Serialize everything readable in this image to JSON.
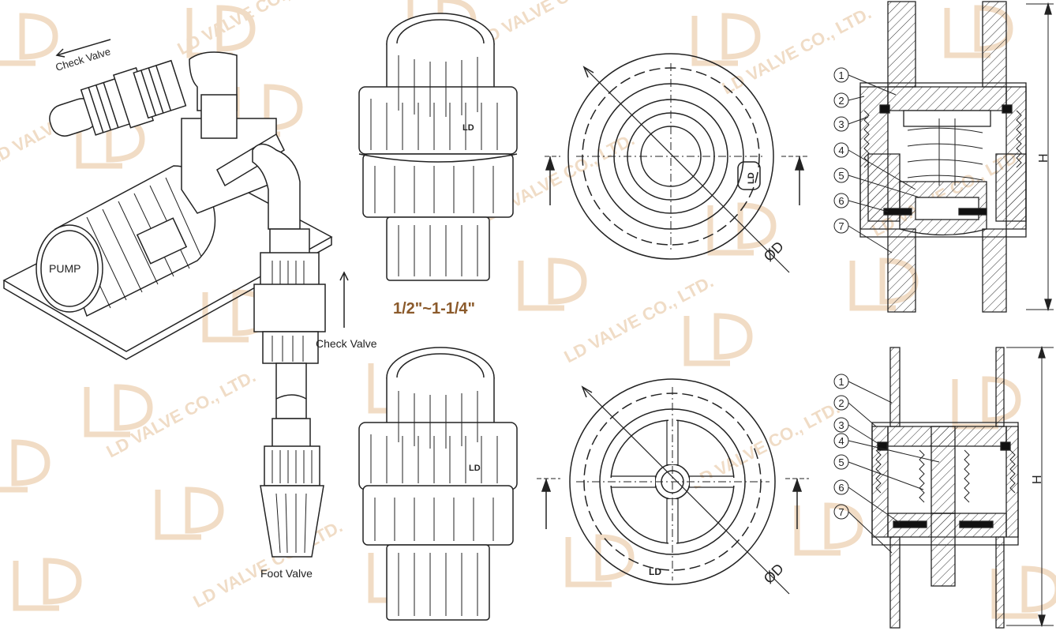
{
  "watermark": {
    "text": "LD VALVE CO., LTD.",
    "logo": "LD ®",
    "color": "#f0dcc6"
  },
  "left_panel": {
    "check_valve_top_label": "Check Valve",
    "pump_label": "PUMP",
    "check_valve_label": "Check Valve",
    "foot_valve_label": "Foot Valve"
  },
  "size_range": {
    "text": "1/2\"~1-1/4\"",
    "color": "#8b5a2b"
  },
  "top_front": {
    "diameter_label": "ØD",
    "logo_text": "LD"
  },
  "bottom_front": {
    "diameter_label": "ØD",
    "logo_text": "LD"
  },
  "top_section": {
    "height_label": "H",
    "callouts": [
      "1",
      "2",
      "3",
      "4",
      "5",
      "6",
      "7"
    ]
  },
  "bottom_section": {
    "height_label": "H",
    "callouts": [
      "1",
      "2",
      "3",
      "4",
      "5",
      "6",
      "7"
    ]
  }
}
